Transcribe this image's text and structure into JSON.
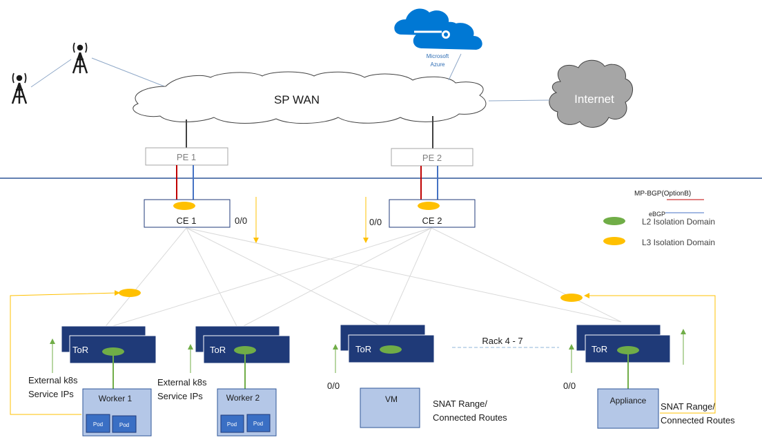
{
  "wan": {
    "label": "SP WAN"
  },
  "internet": {
    "label": "Internet"
  },
  "azure": {
    "line1": "Microsoft",
    "line2": "Azure"
  },
  "pe": [
    {
      "label": "PE 1"
    },
    {
      "label": "PE 2"
    }
  ],
  "ce": [
    {
      "label": "CE 1"
    },
    {
      "label": "CE 2"
    }
  ],
  "default_route": "0/0",
  "legend": {
    "mp_bgp": "MP-BGP(OptionB)",
    "ebgp": "eBGP",
    "l2": "L2 Isolation Domain",
    "l3": "L3 Isolation Domain"
  },
  "tor_label": "ToR",
  "rack_label": "Rack 4 - 7",
  "workers": [
    {
      "label": "Worker 1"
    },
    {
      "label": "Worker 2"
    }
  ],
  "pod_label": "Pod",
  "vm_label": "VM",
  "appliance_label": "Appliance",
  "ext_svc": {
    "line1": "External k8s",
    "line2": "Service IPs"
  },
  "snat": {
    "line1": "SNAT Range/",
    "line2": "Connected Routes"
  },
  "colors": {
    "tor_fill": "#1f3a78",
    "host_fill": "#b4c7e7",
    "pod_fill": "#3a6fc4",
    "l2_green": "#70ad47",
    "l3_yellow": "#ffc000",
    "mp_bgp_red": "#c00000",
    "ebgp_blue": "#4472c4",
    "azure_blue": "#0078d4",
    "internet_gray": "#a6a6a6"
  }
}
